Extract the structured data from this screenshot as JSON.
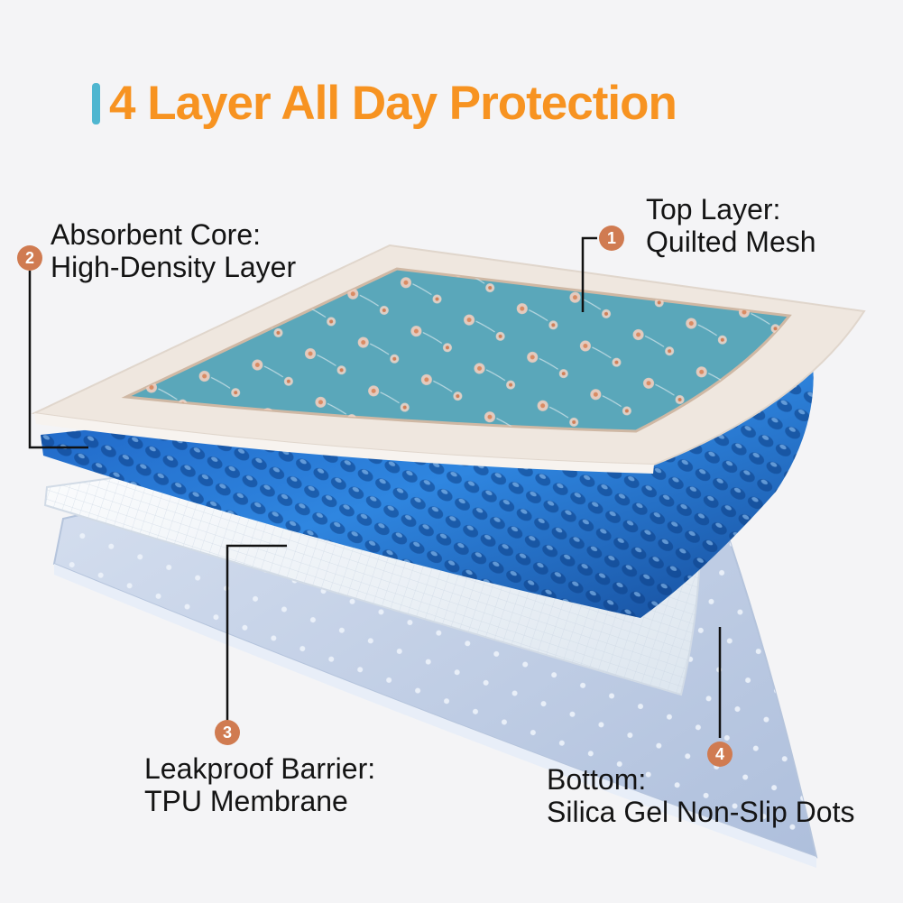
{
  "headline": "4 Layer All Day Protection",
  "colors": {
    "headline": "#f79321",
    "accent_bar": "#4fb6d0",
    "badge": "#d07b51",
    "top_layer": "#5aa7ba",
    "border": "#efe7df",
    "core": "#1f6fd0",
    "membrane": "#eef3f8",
    "bottom": "#c9d6ea"
  },
  "layers": [
    {
      "number": "1",
      "title": "Top Layer:",
      "detail": "Quilted Mesh"
    },
    {
      "number": "2",
      "title": "Absorbent Core:",
      "detail": "High-Density Layer"
    },
    {
      "number": "3",
      "title": "Leakproof Barrier:",
      "detail": "TPU Membrane"
    },
    {
      "number": "4",
      "title": "Bottom:",
      "detail": "Silica Gel Non-Slip Dots"
    }
  ]
}
